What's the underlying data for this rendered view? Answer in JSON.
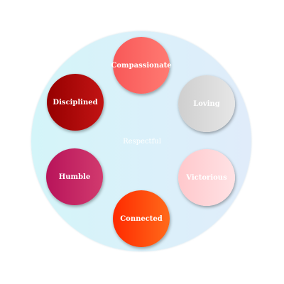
{
  "diagram": {
    "center": {
      "label": "Respectful",
      "gradient": [
        "#d4f5f9",
        "#e0ecfa"
      ]
    },
    "nodes": [
      {
        "label": "Compassionate",
        "gradient": [
          "#f85858",
          "#ff7a72"
        ],
        "text_color": "#ffffff"
      },
      {
        "label": "Loving",
        "gradient": [
          "#cfcfcf",
          "#e6e6e6"
        ],
        "text_color": "#ffffff"
      },
      {
        "label": "Victorious",
        "gradient": [
          "#ffc8cc",
          "#ffe2e4"
        ],
        "text_color": "#ffffff"
      },
      {
        "label": "Connected",
        "gradient": [
          "#ff2a00",
          "#ff6a1a"
        ],
        "text_color": "#ffffff"
      },
      {
        "label": "Humble",
        "gradient": [
          "#b8145a",
          "#d13a6e"
        ],
        "text_color": "#ffffff"
      },
      {
        "label": "Disciplined",
        "gradient": [
          "#960000",
          "#c21414"
        ],
        "text_color": "#ffffff"
      }
    ]
  }
}
